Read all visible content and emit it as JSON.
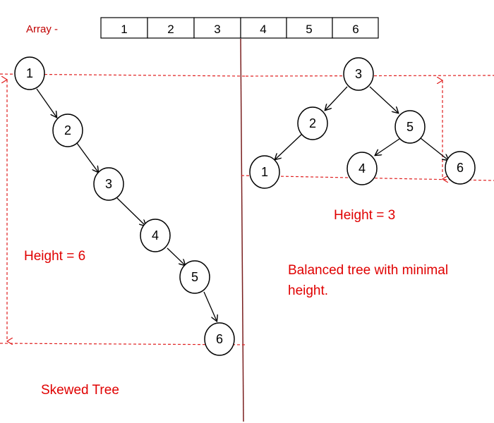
{
  "array": {
    "label": "Array -",
    "values": [
      "1",
      "2",
      "3",
      "4",
      "5",
      "6"
    ]
  },
  "skewed": {
    "nodes": [
      "1",
      "2",
      "3",
      "4",
      "5",
      "6"
    ],
    "height_label": "Height = 6",
    "caption": "Skewed Tree"
  },
  "balanced": {
    "nodes": [
      "3",
      "2",
      "5",
      "1",
      "4",
      "6"
    ],
    "height_label": "Height = 3",
    "caption_line1": "Balanced tree with minimal",
    "caption_line2": "height."
  },
  "colors": {
    "annotation": "#e00000",
    "divider": "#7a1f1f",
    "ink": "#000000"
  }
}
